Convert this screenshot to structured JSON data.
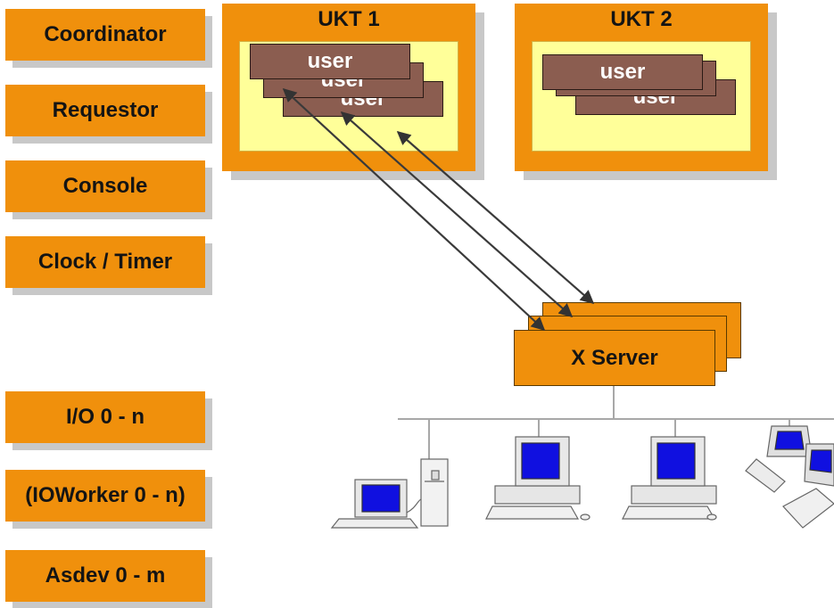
{
  "left_boxes": [
    "Coordinator",
    "Requestor",
    "Console",
    "Clock / Timer",
    "I/O 0 - n",
    "(IOWorker 0 - n)",
    "Asdev 0 - m"
  ],
  "ukt1": {
    "title": "UKT 1",
    "users": [
      "user",
      "user",
      "user"
    ]
  },
  "ukt2": {
    "title": "UKT 2",
    "users": [
      "user",
      "user",
      "user"
    ]
  },
  "xserver": {
    "label": "X Server"
  },
  "colors": {
    "orange": "#f0900c",
    "pale_yellow": "#ffff99",
    "user_brown": "#8b5d50",
    "shadow": "#c8c8c8",
    "screen_blue": "#1010e0"
  },
  "icons": [
    "tower-workstation-icon",
    "desktop-computer-icon",
    "desktop-computer-icon",
    "networked-computers-icon"
  ]
}
